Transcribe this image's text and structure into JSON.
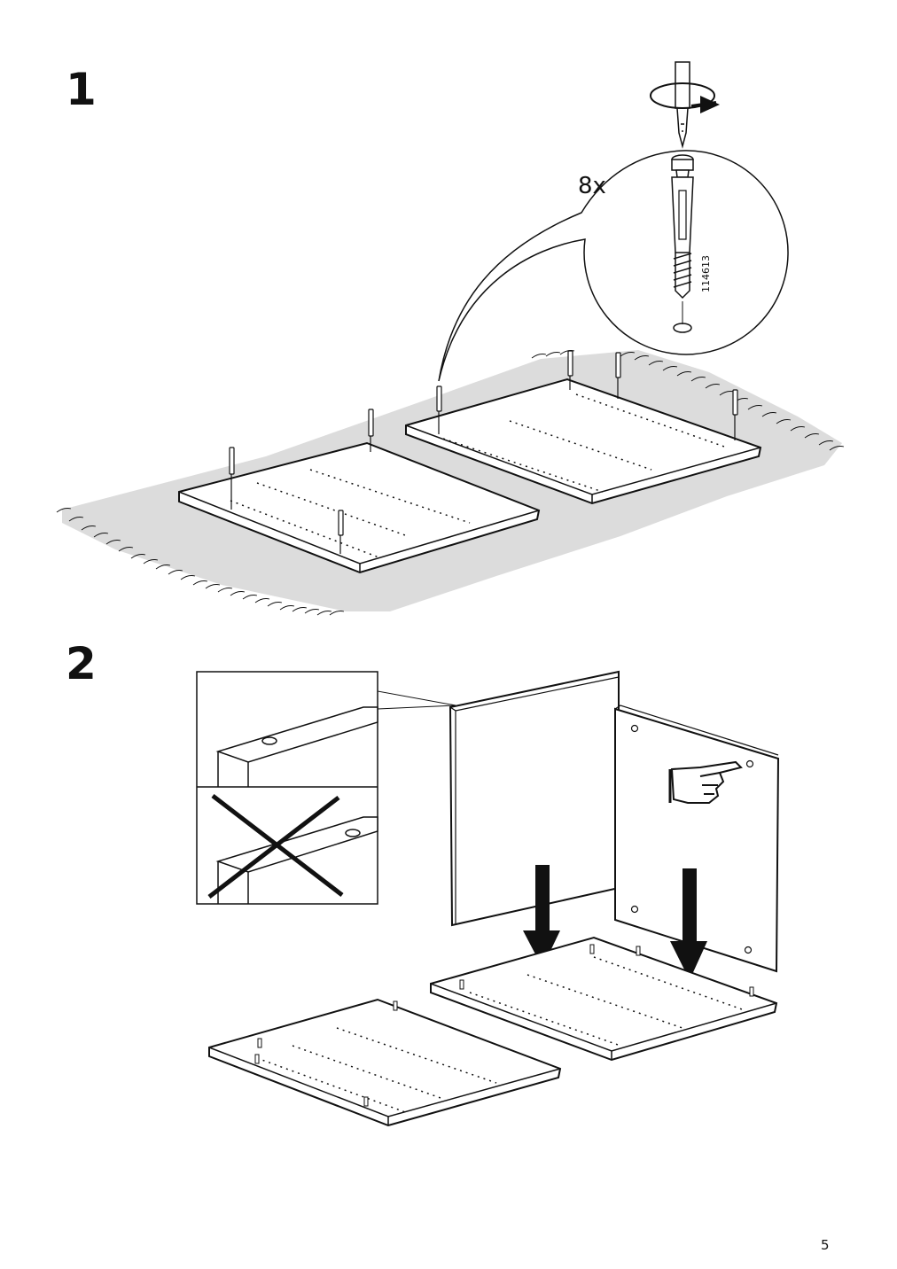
{
  "steps": [
    {
      "number": "1",
      "quantity": "8x",
      "part_number": "114613"
    },
    {
      "number": "2"
    }
  ],
  "page_number": "5",
  "icons": {
    "screwdriver": "screwdriver-icon",
    "dowel": "cam-dowel-icon",
    "hand": "pointing-hand-icon",
    "arrow": "down-arrow-icon",
    "cross": "cross-mark-icon"
  },
  "colors": {
    "ink": "#111111",
    "rug": "#dcdcdc",
    "panel": "#ffffff"
  }
}
